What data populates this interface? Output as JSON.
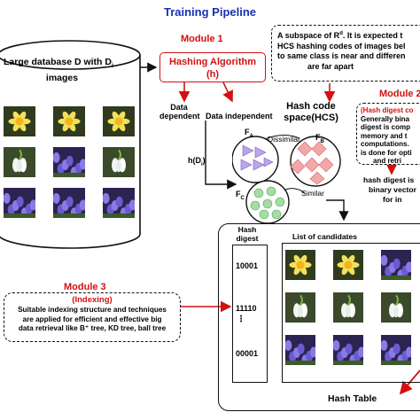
{
  "title": "Training Pipeline",
  "module1": {
    "label": "Module 1",
    "box_line1": "Hashing Algorithm",
    "box_line2": "(h)",
    "data_dependent_1": "Data",
    "data_dependent_2": "dependent",
    "data_independent": "Data independent"
  },
  "database": {
    "line1": "Large database D with D",
    "line1_sub": "i",
    "line2": "images"
  },
  "hdi": {
    "text": "h(D",
    "sub": "i",
    "end": ")"
  },
  "hcs": {
    "line1": "Hash code",
    "line2": "space(HCS)",
    "fa": "F",
    "fa_sub": "A",
    "fb": "F",
    "fb_sub": "B",
    "fc": "F",
    "fc_sub": "C",
    "dissimilar": "Dissimilar",
    "similar": "Similar"
  },
  "subspace_note": {
    "line1_pre": "A subspace of R",
    "line1_sup": "d",
    "line1_post": ". It is expected t",
    "line2": "HCS  hashing codes of images bel",
    "line3": "to same class is near and differen",
    "line4": "are far apart"
  },
  "module2": {
    "label": "Module 2",
    "lines": [
      "(Hash digest co",
      "Generally bina",
      "digest is comp",
      "memory and t",
      "computations.",
      "is done for opti",
      "and retri"
    ]
  },
  "hash_digest_note": {
    "lines": [
      "hash digest is",
      "binary vector",
      "for in"
    ]
  },
  "module3": {
    "label": "Module 3",
    "sublabel": "(Indexing)",
    "lines": [
      "Suitable indexing structure and techniques",
      "are applied for efficient and effective big",
      "data retrieval  like B⁺ tree, KD tree, ball tree"
    ]
  },
  "hash_table": {
    "col1_line1": "Hash",
    "col1_line2": "digest",
    "col2": "List of candidates",
    "digests": [
      "10001",
      "11110",
      "00001"
    ],
    "label": "Hash Table"
  },
  "colors": {
    "title": "#1a2fb0",
    "module": "#d41010",
    "purple": "#b9a6e6",
    "pink": "#f2a7a9",
    "green": "#a7dba6"
  }
}
